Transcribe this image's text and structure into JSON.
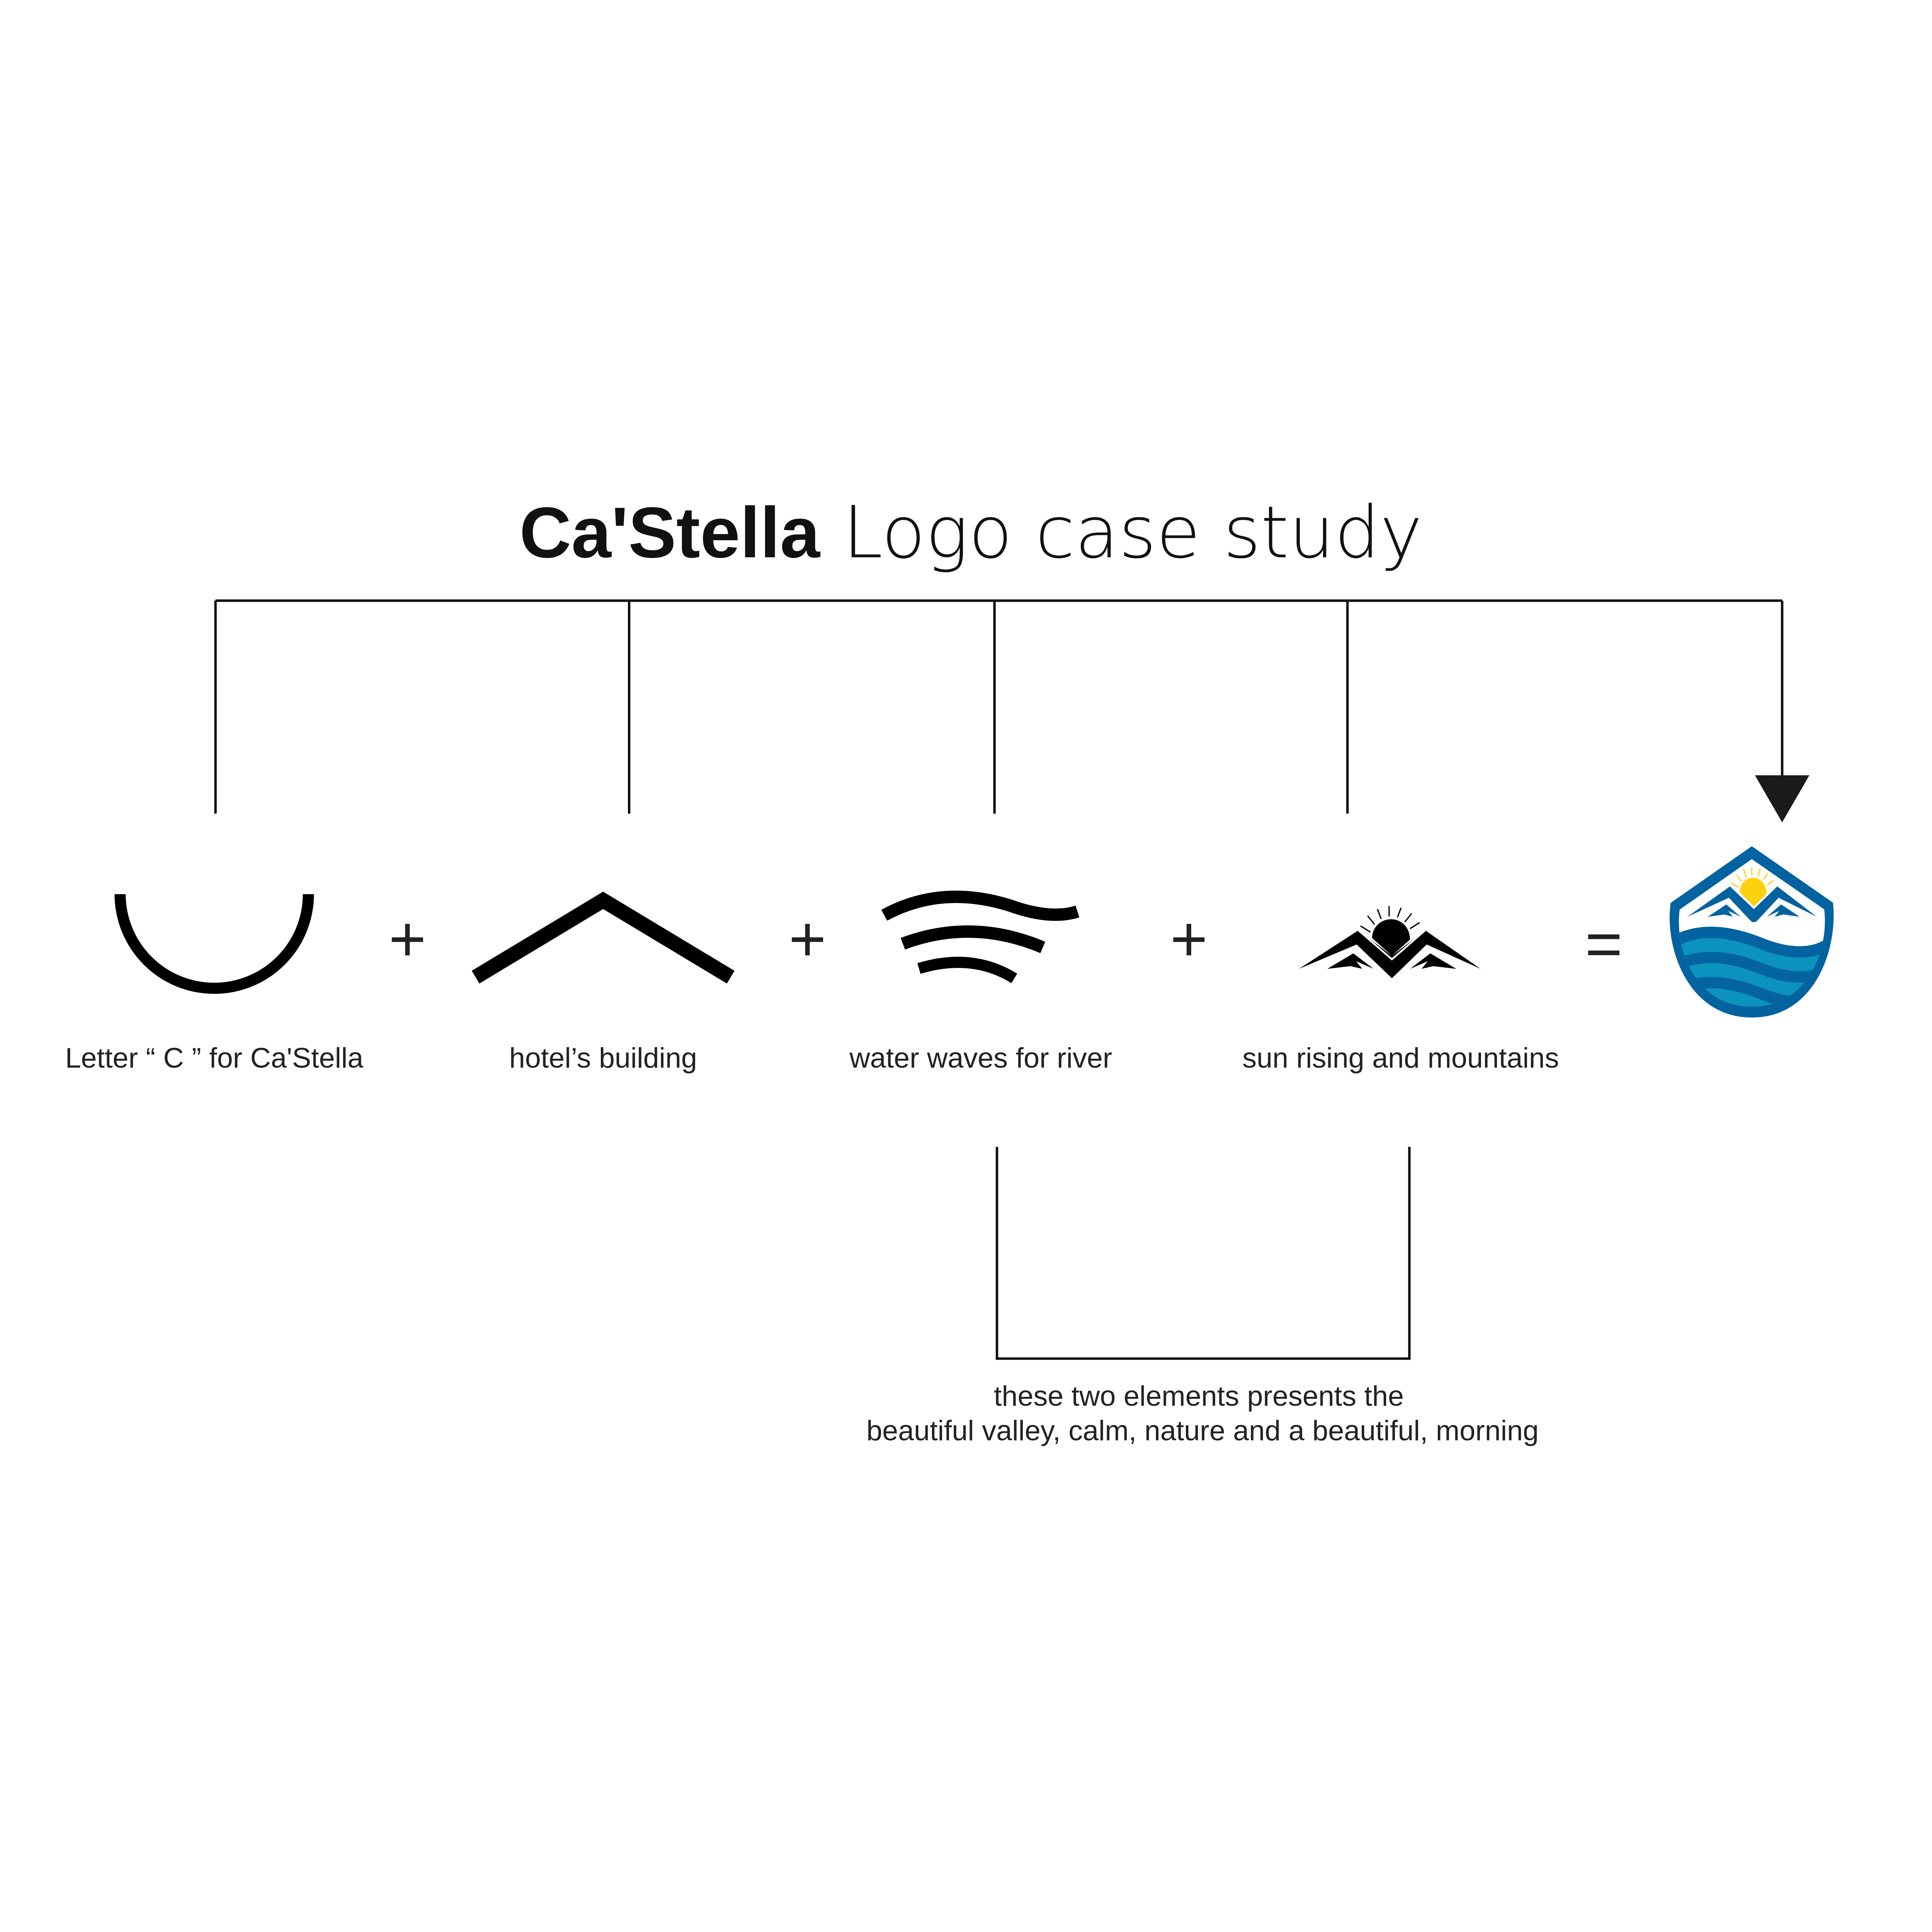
{
  "title": {
    "brand": "Ca'Stella",
    "rest": " Logo case study"
  },
  "elements": [
    {
      "label": "Letter “ C ” for Ca'Stella",
      "icon": "letter-c-icon"
    },
    {
      "label": "hotel’s building",
      "icon": "roof-icon"
    },
    {
      "label": "water waves for river",
      "icon": "waves-icon"
    },
    {
      "label": "sun rising and mountains",
      "icon": "sun-mountains-icon"
    }
  ],
  "operators": {
    "plus": "+",
    "equals": "="
  },
  "note": {
    "line1": "these two elements presents the",
    "line2": "beautiful valley, calm, nature and a beautiful, morning"
  },
  "colors": {
    "dark_blue": "#0263a0",
    "light_blue": "#0b93bd",
    "sun": "#fcd20f",
    "ink": "#111111"
  }
}
